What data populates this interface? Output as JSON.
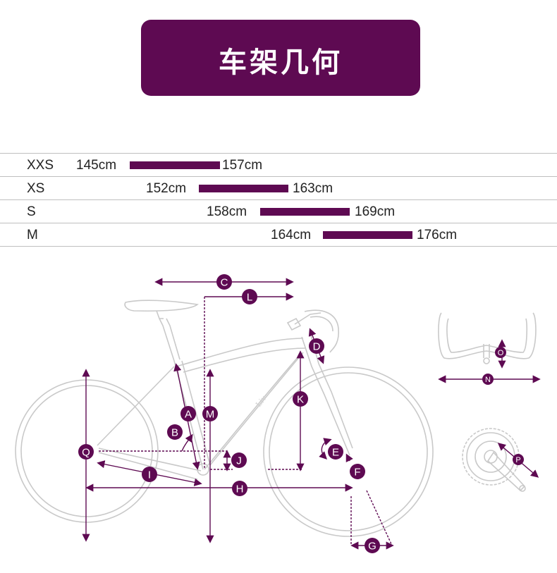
{
  "title": "车架几何",
  "accent_color": "#5e0a52",
  "sizes": [
    {
      "label": "XXS",
      "min": "145cm",
      "max": "157cm"
    },
    {
      "label": "XS",
      "min": "152cm",
      "max": "163cm"
    },
    {
      "label": "S",
      "min": "158cm",
      "max": "169cm"
    },
    {
      "label": "M",
      "min": "164cm",
      "max": "176cm"
    }
  ],
  "markers": {
    "A": "A",
    "B": "B",
    "C": "C",
    "D": "D",
    "E": "E",
    "F": "F",
    "G": "G",
    "H": "H",
    "I": "I",
    "J": "J",
    "K": "K",
    "L": "L",
    "M": "M",
    "N": "N",
    "O": "O",
    "P": "P",
    "Q": "Q"
  }
}
